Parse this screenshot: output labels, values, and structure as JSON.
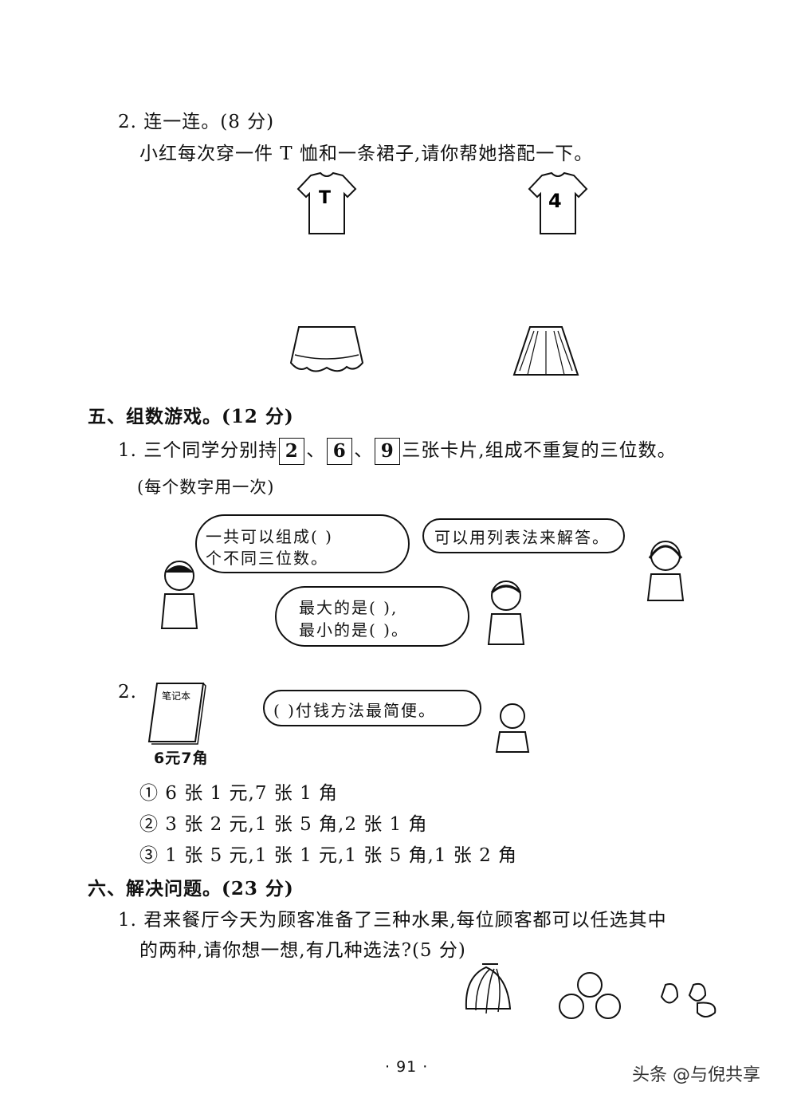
{
  "q2_match": {
    "title": "2. 连一连。(8 分)",
    "instruction": "小红每次穿一件 T 恤和一条裙子,请你帮她搭配一下。",
    "shirt_labels": [
      "T",
      "4"
    ]
  },
  "section5": {
    "heading": "五、组数游戏。(12 分)",
    "q1": {
      "prefix": "1. 三个同学分别持",
      "cards": [
        "2",
        "6",
        "9"
      ],
      "sep": "、",
      "suffix": "三张卡片,组成不重复的三位数。",
      "note": "(每个数字用一次)",
      "bubble1_line1": "一共可以组成(        )",
      "bubble1_line2": "个不同三位数。",
      "bubble2": "可以用列表法来解答。",
      "bubble3_line1": "最大的是(        ),",
      "bubble3_line2": "最小的是(        )。"
    },
    "q2": {
      "number": "2.",
      "notebook_label": "笔记本",
      "price": "6元7角",
      "bubble": "(        )付钱方法最简便。",
      "options": [
        "① 6 张 1 元,7 张 1 角",
        "② 3 张 2 元,1 张 5 角,2 张 1 角",
        "③ 1 张 5 元,1 张 1 元,1 张 5 角,1 张 2 角"
      ]
    }
  },
  "section6": {
    "heading": "六、解决问题。(23 分)",
    "q1_line1": "1. 君来餐厅今天为顾客准备了三种水果,每位顾客都可以任选其中",
    "q1_line2": "的两种,请你想一想,有几种选法?(5 分)"
  },
  "footer": {
    "page_number": "· 91 ·",
    "watermark": "头条 @与倪共享"
  }
}
